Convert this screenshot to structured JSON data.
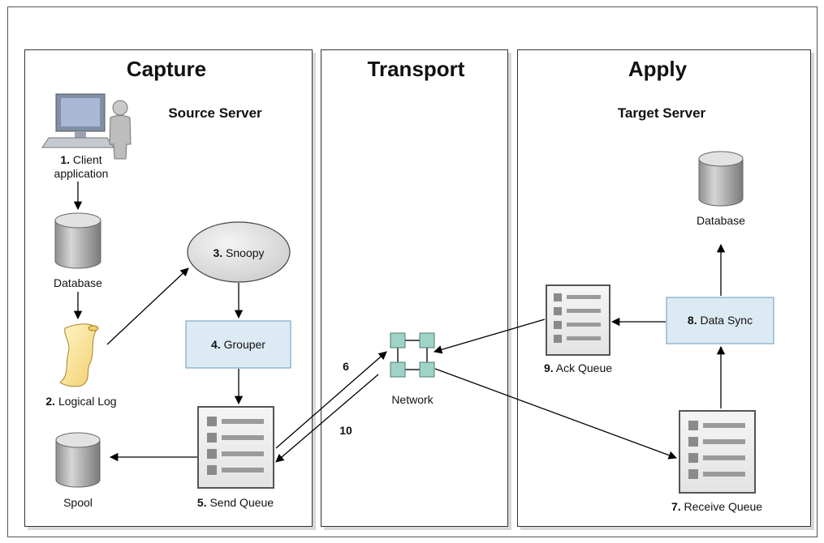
{
  "panels": {
    "capture": {
      "title": "Capture",
      "subtitle": "Source Server"
    },
    "transport": {
      "title": "Transport"
    },
    "apply": {
      "title": "Apply",
      "subtitle": "Target Server"
    }
  },
  "nodes": {
    "client": {
      "num": "1.",
      "text": "Client",
      "text2": "application"
    },
    "source_db": {
      "text": "Database"
    },
    "logical_log": {
      "num": "2.",
      "text": "Logical Log"
    },
    "snoopy": {
      "num": "3.",
      "text": "Snoopy"
    },
    "grouper": {
      "num": "4.",
      "text": "Grouper"
    },
    "send_queue": {
      "num": "5.",
      "text": "Send Queue"
    },
    "spool": {
      "text": "Spool"
    },
    "network": {
      "text": "Network"
    },
    "receive_queue": {
      "num": "7.",
      "text": "Receive Queue"
    },
    "data_sync": {
      "num": "8.",
      "text": "Data Sync"
    },
    "ack_queue": {
      "num": "9.",
      "text": "Ack Queue"
    },
    "target_db": {
      "text": "Database"
    }
  },
  "edge_labels": {
    "to_network": "6",
    "from_network": "10"
  },
  "colors": {
    "box_fill": "#dceaf3",
    "box_border": "#7aaac8",
    "db_fill": "#b9b9b9",
    "net_fill": "#9fd3c7"
  }
}
